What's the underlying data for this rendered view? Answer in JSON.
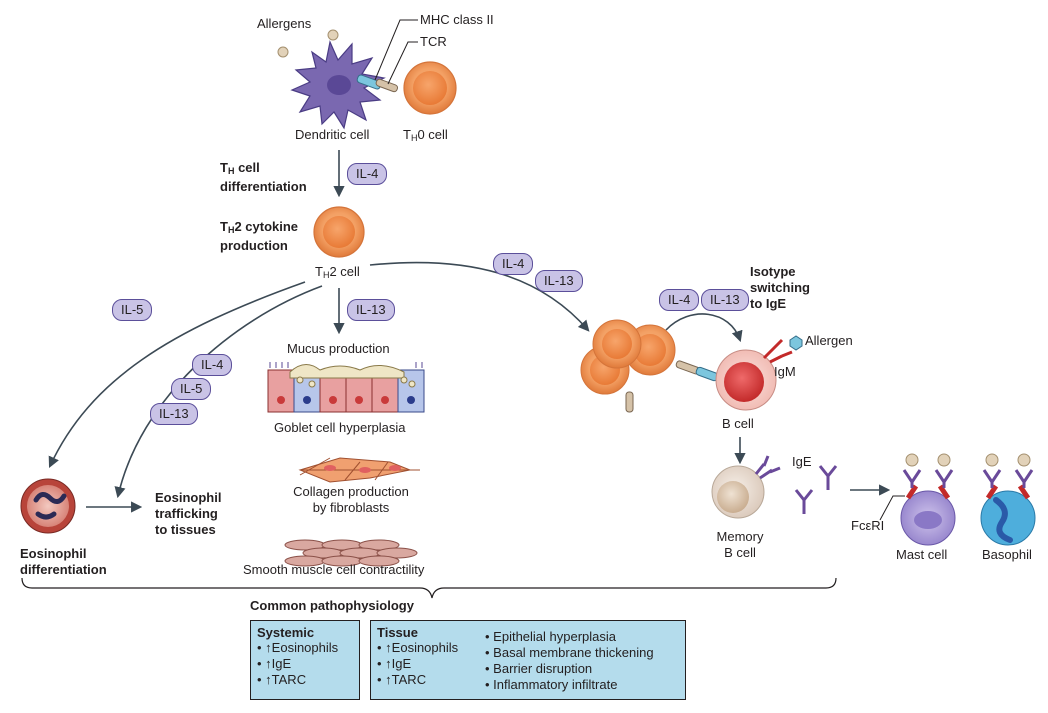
{
  "labels": {
    "allergens": "Allergens",
    "mhc_class_ii": "MHC class II",
    "tcr": "TCR",
    "dendritic_cell": "Dendritic cell",
    "th0_cell_prefix": "T",
    "th0_cell_sub": "H",
    "th0_cell_suffix": "0 cell",
    "th_diff_prefix": "T",
    "th_diff_sub": "H",
    "th_diff_line1_suffix": " cell",
    "th_diff_line2": "differentiation",
    "th2_prod_prefix": "T",
    "th2_prod_sub": "H",
    "th2_prod_line1_suffix": "2 cytokine",
    "th2_prod_line2": "production",
    "th2_cell_prefix": "T",
    "th2_cell_sub": "H",
    "th2_cell_suffix": "2 cell",
    "mucus_production": "Mucus production",
    "goblet_cell_hyperplasia": "Goblet cell hyperplasia",
    "collagen_line1": "Collagen production",
    "collagen_line2": "by fibroblasts",
    "smooth_muscle": "Smooth muscle cell contractility",
    "isotype_line1": "Isotype",
    "isotype_line2": "switching",
    "isotype_line3": "to IgE",
    "allergen": "Allergen",
    "igm": "IgM",
    "b_cell": "B cell",
    "ige": "IgE",
    "memory_line1": "Memory",
    "memory_line2": "B cell",
    "fceri": "FcεRI",
    "mast_cell": "Mast cell",
    "basophil": "Basophil",
    "eos_traffic_line1": "Eosinophil",
    "eos_traffic_line2": "trafficking",
    "eos_traffic_line3": "to tissues",
    "eos_diff_line1": "Eosinophil",
    "eos_diff_line2": "differentiation",
    "common_patho": "Common pathophysiology"
  },
  "cytokines": {
    "il4_top": "IL-4",
    "il13_center": "IL-13",
    "il4_right": "IL-4",
    "il13_right": "IL-13",
    "il4_switch": "IL-4",
    "il13_switch": "IL-13",
    "il5_left": "IL-5",
    "il4_mid": "IL-4",
    "il5_mid": "IL-5",
    "il13_mid": "IL-13"
  },
  "systemic": {
    "title": "Systemic",
    "items": [
      "• ↑Eosinophils",
      "• ↑IgE",
      "• ↑TARC"
    ]
  },
  "tissue": {
    "title": "Tissue",
    "items": [
      "• ↑Eosinophils",
      "• ↑IgE",
      "• ↑TARC"
    ],
    "effects": [
      "• Epithelial hyperplasia",
      "• Basal membrane thickening",
      "• Barrier disruption",
      "• Inflammatory infiltrate"
    ]
  },
  "colors": {
    "th_cell": "#f3a064",
    "dendritic": "#7a68b0",
    "cytokine_pill": "#c9c3e6",
    "b_cell": "#d83a3a",
    "summary_box": "#b4dcec",
    "arrow": "#3c4a55"
  }
}
